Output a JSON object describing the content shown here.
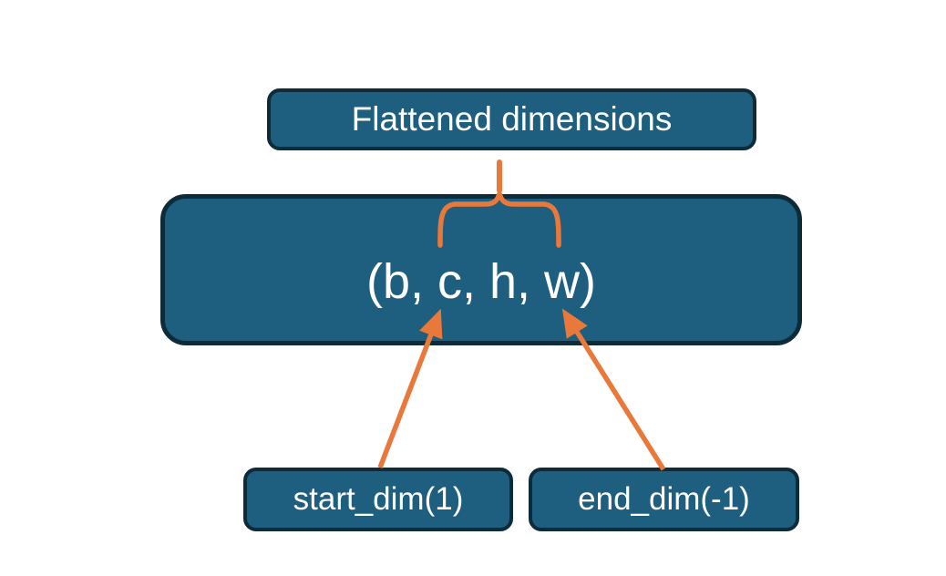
{
  "diagram": {
    "title_box": {
      "label": "Flattened dimensions"
    },
    "tensor_box": {
      "label": "(b, c, h, w)"
    },
    "start_box": {
      "label": "start_dim(1)"
    },
    "end_box": {
      "label": "end_dim(-1)"
    },
    "connectors": {
      "brace": "curly-brace spanning c,h,w of tensor linking up to Flattened dimensions box",
      "start_arrow": "from start_dim(1) box up to dimension c",
      "end_arrow": "from end_dim(-1) box up to dimension w"
    },
    "colors": {
      "box_fill": "#1E5E7E",
      "box_border": "#0D2B38",
      "connector_orange": "#E8793B",
      "text": "#FFFFFF",
      "background": "#FFFFFF"
    }
  }
}
